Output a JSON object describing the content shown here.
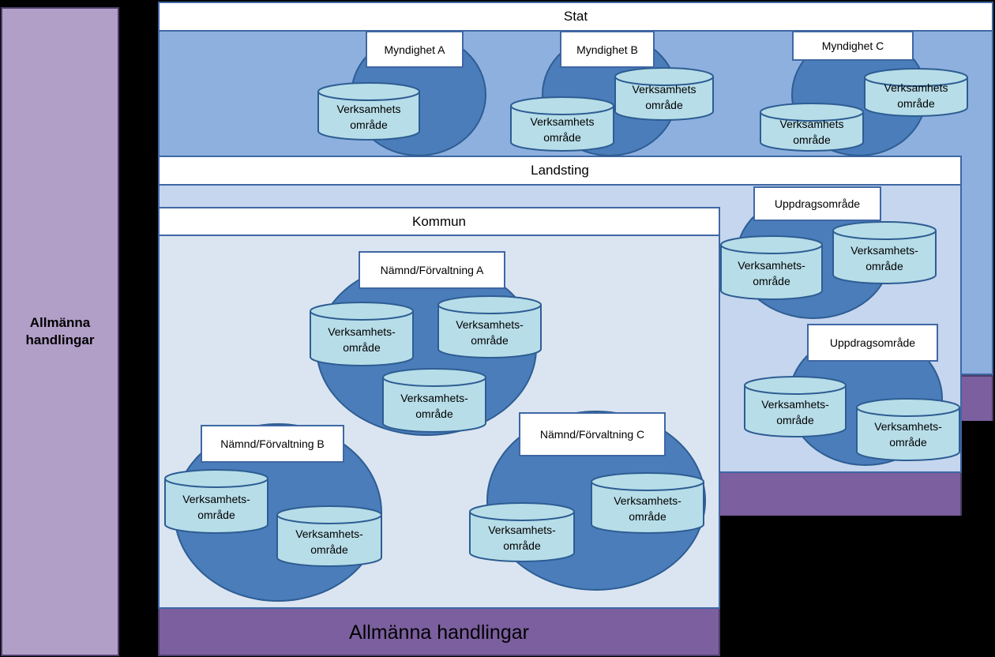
{
  "side_label": "Allmänna handlingar",
  "side_label_lines": [
    "Allmänna",
    "handlingar"
  ],
  "bottom_label": "Allmänna handlingar",
  "levels": {
    "stat": "Stat",
    "landsting": "Landsting",
    "kommun": "Kommun"
  },
  "stat_units": [
    "Myndighet A",
    "Myndighet B",
    "Myndighet C"
  ],
  "landsting_units": [
    "Uppdragsområde",
    "Uppdragsområde"
  ],
  "kommun_units": [
    "Nämnd/Förvaltning A",
    "Nämnd/Förvaltning B",
    "Nämnd/Förvaltning C"
  ],
  "activity_area_plain": [
    "Verksamhets",
    "område"
  ],
  "activity_area_hyphen": [
    "Verksamhets-",
    "område"
  ],
  "colors": {
    "background": "#000000",
    "purple": "#7b5f9e",
    "light_purple": "#b29fc8",
    "stat_fill": "#8eb0df",
    "landsting_fill": "#c5d6ee",
    "kommun_fill": "#dbe5f1",
    "ellipse": "#4a7dba",
    "cylinder": "#b7dde8"
  }
}
